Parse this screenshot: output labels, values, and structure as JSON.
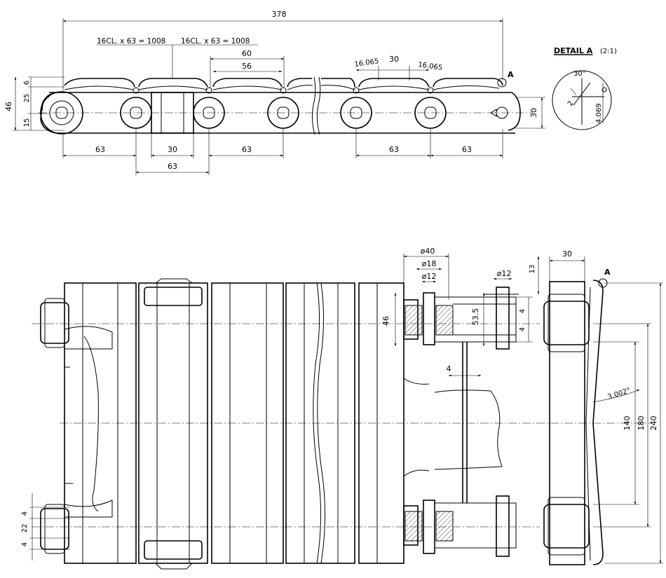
{
  "top_view": {
    "overall_length": "378",
    "pitch_note_1": "16CL. x 63 = 1008",
    "pitch_note_2": "16CL. x 63 = 1008",
    "dim_60": "60",
    "dim_56": "56",
    "dim_16065_a": "16.065",
    "dim_30_top": "30",
    "dim_16065_b": "16.065",
    "dim_6": "6",
    "dim_25": "25",
    "dim_15": "15",
    "dim_46": "46",
    "dim_30_right": "30",
    "bottom_63_a": "63",
    "bottom_30": "30",
    "bottom_63_b": "63",
    "bottom_63_c": "63",
    "bottom_63_d": "63",
    "lower_63": "63",
    "marker_a": "A"
  },
  "detail": {
    "title": "DETAIL A",
    "scale": "(2:1)",
    "angle": "30°",
    "dim_2": "2",
    "dim_4069": "4.069"
  },
  "bottom_view": {
    "dia_40": "ø40",
    "dia_18": "ø18",
    "dia_12_a": "ø12",
    "dia_12_b": "ø12",
    "dim_46": "46",
    "dim_535": "53.5",
    "dim_4_a": "4",
    "dim_4_b": "4",
    "dim_4_mid": "4",
    "dim_13": "13",
    "dim_30": "30",
    "marker_a": "A",
    "angle_3002": "3.002°",
    "dim_140": "140",
    "dim_180": "180",
    "dim_240": "240",
    "left_4_top": "4",
    "left_22": "22",
    "left_4_bot": "4"
  }
}
